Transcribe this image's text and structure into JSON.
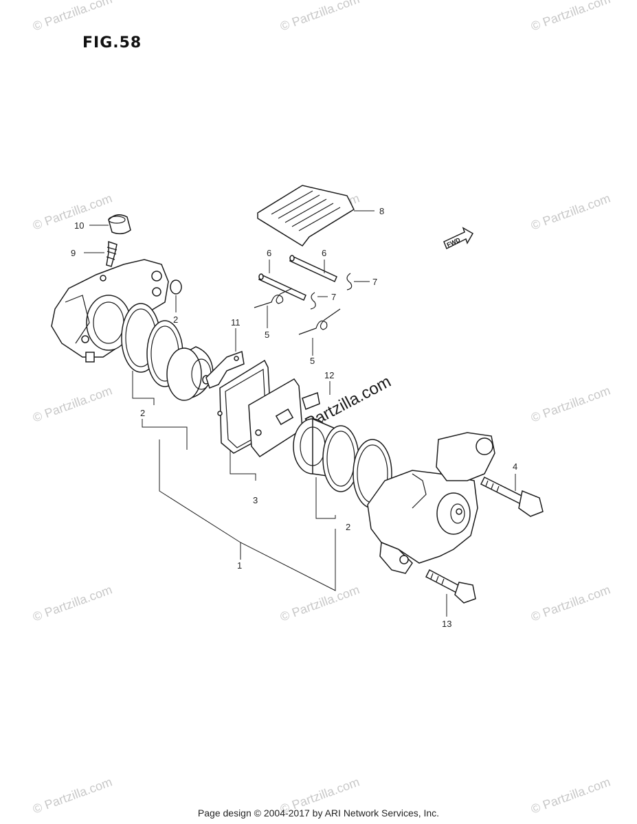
{
  "figure": {
    "title": "FIG.58"
  },
  "callouts": {
    "c1": "1",
    "c2a": "2",
    "c2b": "2",
    "c2c": "2",
    "c3": "3",
    "c4": "4",
    "c5a": "5",
    "c5b": "5",
    "c6a": "6",
    "c6b": "6",
    "c7a": "7",
    "c7b": "7",
    "c8": "8",
    "c9": "9",
    "c10": "10",
    "c11": "11",
    "c12": "12",
    "c13": "13"
  },
  "direction_arrow": {
    "label": "FWD"
  },
  "watermarks": {
    "text": "© Partzilla.com",
    "center_text": "© Partzilla.com"
  },
  "footer": {
    "text": "Page design © 2004-2017 by ARI Network Services, Inc."
  }
}
